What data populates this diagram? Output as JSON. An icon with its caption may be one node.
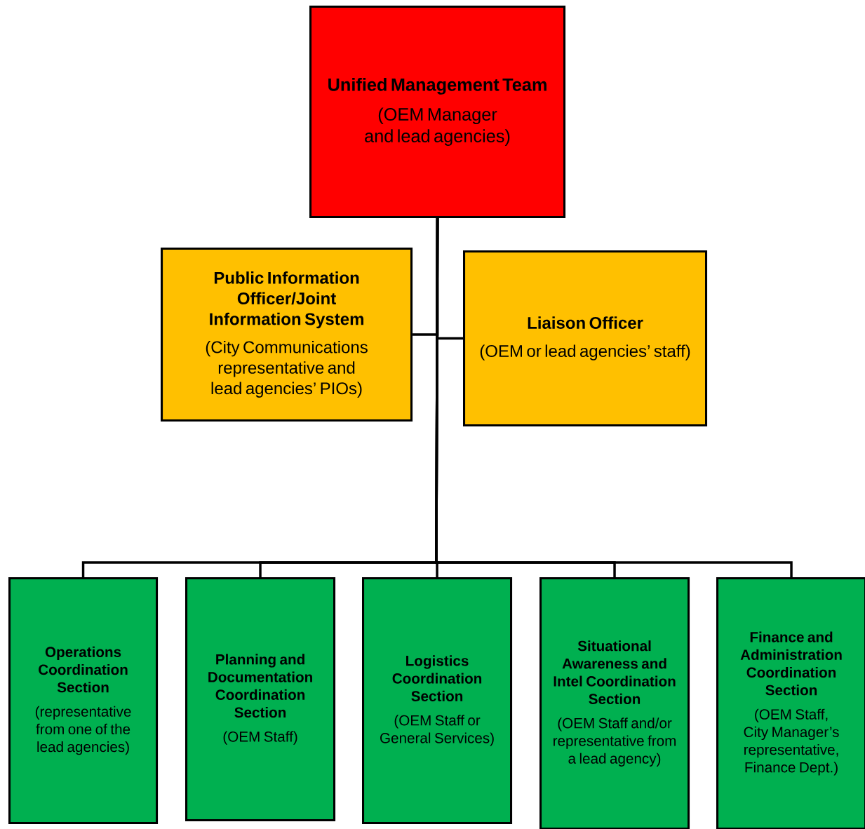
{
  "diagram": {
    "nodes": [
      {
        "text": [
          "Unified Management Team",
          "(OEM Manager and lead agencies)"
        ]
      },
      {
        "text": [
          "Public Information Officer/Joint Information System",
          "(City Communications representative and lead agencies’ PIOs)"
        ]
      },
      {
        "text": [
          "Liaison Officer",
          "(OEM or lead agencies’ staff)"
        ]
      },
      {
        "text": [
          "Operations Coordination Section",
          "(representative from one of the lead agencies)"
        ]
      },
      {
        "text": [
          "Planning and Documentation Coordination Section",
          "(OEM Staff)"
        ]
      },
      {
        "text": [
          "Logistics Coordination Section",
          "(OEM Staff or General Services)"
        ]
      },
      {
        "text": [
          "Situational Awareness and Intel Coordination Section",
          "(OEM Staff and/or representative from a lead agency)"
        ]
      },
      {
        "text": [
          "Finance and Administration Coordination Section",
          "(OEM Staff, City Manager’s representative, Finance Dept.)"
        ]
      }
    ],
    "edges": [
      {
        "from": 0,
        "to": 1,
        "arrow": "none"
      },
      {
        "from": 0,
        "to": 2,
        "arrow": "none"
      },
      {
        "from": 0,
        "to": 3,
        "arrow": "none"
      },
      {
        "from": 0,
        "to": 4,
        "arrow": "none"
      },
      {
        "from": 0,
        "to": 5,
        "arrow": "none"
      },
      {
        "from": 0,
        "to": 6,
        "arrow": "none"
      },
      {
        "from": 0,
        "to": 7,
        "arrow": "none"
      }
    ]
  }
}
